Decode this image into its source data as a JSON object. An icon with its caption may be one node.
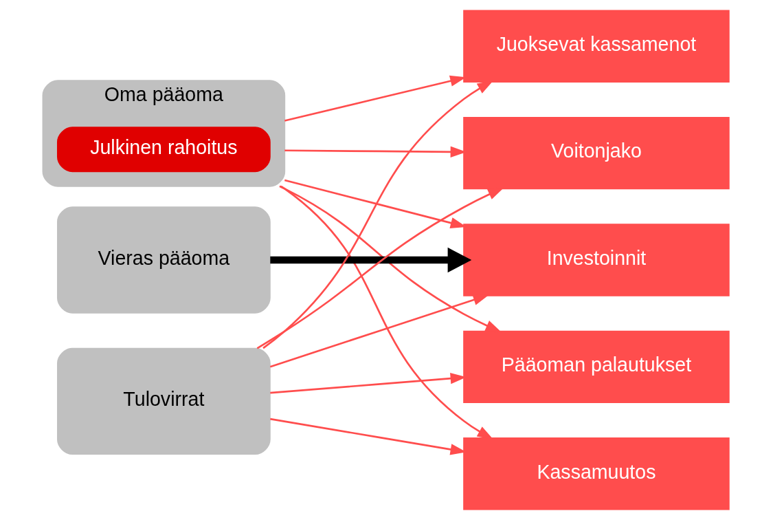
{
  "diagram": {
    "nodes": [
      {
        "text": [
          "Oma pääoma"
        ]
      },
      {
        "text": [
          "Julkinen rahoitus"
        ],
        "in": 0
      },
      {
        "text": [
          "Vieras pääoma"
        ]
      },
      {
        "text": [
          "Tulovirrat"
        ]
      },
      {
        "text": [
          "Juoksevat kassamenot"
        ]
      },
      {
        "text": [
          "Voitonjako"
        ]
      },
      {
        "text": [
          "Investoinnit"
        ]
      },
      {
        "text": [
          "Pääoman palautukset"
        ]
      },
      {
        "text": [
          "Kassamuutos"
        ]
      }
    ],
    "edges": [
      {
        "from": 0,
        "to": 4,
        "arrow": "to"
      },
      {
        "from": 0,
        "to": 5,
        "arrow": "to"
      },
      {
        "from": 0,
        "to": 6,
        "arrow": "to"
      },
      {
        "from": 0,
        "to": 7,
        "arrow": "to"
      },
      {
        "from": 0,
        "to": 8,
        "arrow": "to"
      },
      {
        "from": 3,
        "to": 4,
        "arrow": "to"
      },
      {
        "from": 3,
        "to": 5,
        "arrow": "to"
      },
      {
        "from": 3,
        "to": 6,
        "arrow": "to"
      },
      {
        "from": 3,
        "to": 7,
        "arrow": "to"
      },
      {
        "from": 3,
        "to": 8,
        "arrow": "to"
      },
      {
        "from": 2,
        "to": 6,
        "arrow": "to",
        "style": "thick",
        "color": "#000000"
      }
    ]
  }
}
